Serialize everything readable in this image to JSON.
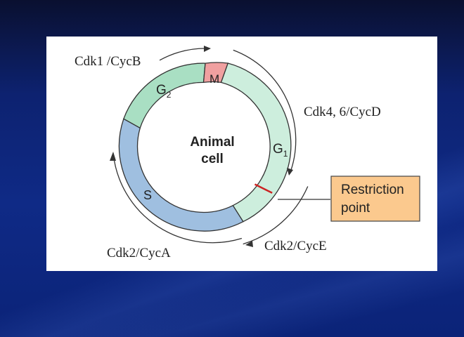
{
  "slide": {
    "colors": {
      "background": "#0f2a86",
      "panel": "#ffffff"
    }
  },
  "diagram": {
    "center_label_line1": "Animal",
    "center_label_line2": "cell",
    "phases": {
      "M": {
        "label": "M",
        "color": "#f0a0a0"
      },
      "G1": {
        "label": "G",
        "sub": "1",
        "color": "#cdeedd"
      },
      "S": {
        "label": "S",
        "color": "#9fbfe0"
      },
      "G2": {
        "label": "G",
        "sub": "2",
        "color": "#a9dfc3"
      }
    },
    "complexes": {
      "cdk1": "Cdk1 /CycB",
      "cdk46": "Cdk4, 6/CycD",
      "cdk2e": "Cdk2/CycE",
      "cdk2a": "Cdk2/CycA"
    },
    "restriction": {
      "line1": "Restriction",
      "line2": "point",
      "box_color": "#fbc98e",
      "marker_color": "#cc2222"
    }
  }
}
